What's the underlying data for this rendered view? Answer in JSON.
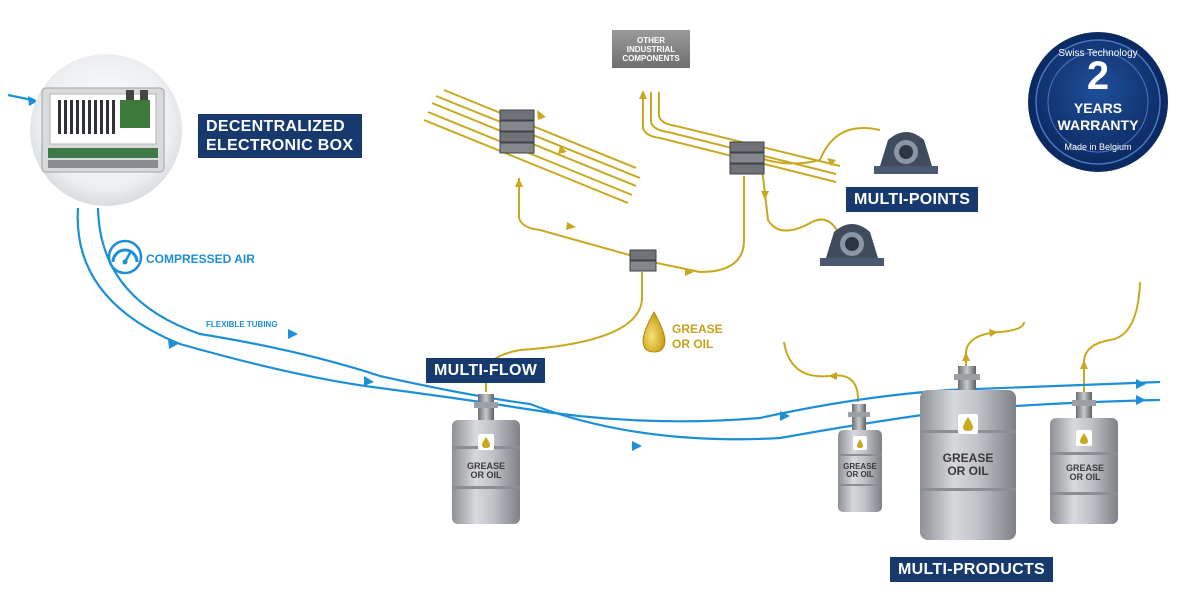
{
  "labels": {
    "electronic_box": "DECENTRALIZED ELECTRONIC BOX",
    "compressed_air": "COMPRESSED AIR",
    "flexible_tubing": "FLEXIBLE TUBING",
    "multi_flow": "MULTI-FLOW",
    "multi_points": "MULTI-POINTS",
    "multi_products": "MULTI-PRODUCTS",
    "grease_or_oil": "GREASE OR OIL",
    "other_components": "OTHER INDUSTRIAL COMPONENTS"
  },
  "barrels": [
    {
      "name": "multi-flow-barrel",
      "text": "GREASE OR OIL"
    },
    {
      "name": "small-barrel",
      "text": "GREASE OR OIL"
    },
    {
      "name": "large-barrel",
      "text": "GREASE OR OIL"
    },
    {
      "name": "right-barrel",
      "text": "GREASE OR OIL"
    }
  ],
  "warranty": {
    "top_text": "Swiss Technology",
    "number": "2",
    "line1": "YEARS",
    "line2": "WARRANTY",
    "bottom_text": "Made in Belgium"
  },
  "colors": {
    "air_line": "#1d8fd6",
    "grease_line": "#c9a820",
    "navy_label": "#17396e",
    "blue_label": "#1a6fb6",
    "barrel": "#b0b3b7"
  },
  "icons": {
    "gauge": "gauge-icon",
    "droplet": "oil-drop-icon",
    "bearing": "pillow-block-bearing-icon",
    "distributor": "distributor-block-icon"
  }
}
